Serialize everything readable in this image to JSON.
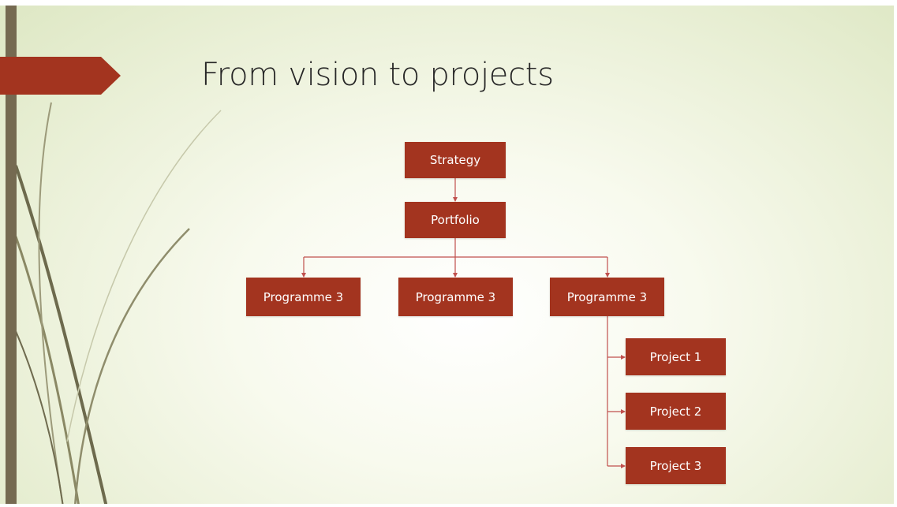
{
  "slide": {
    "title": "From vision to projects"
  },
  "colors": {
    "node_fill": "#a3341f",
    "node_text": "#ffffff",
    "connector": "#c0504d",
    "accent_bar": "#756a51",
    "title_arrow": "#a3341f"
  },
  "diagram": {
    "strategy": "Strategy",
    "portfolio": "Portfolio",
    "programmes": [
      "Programme 3",
      "Programme 3",
      "Programme 3"
    ],
    "projects": [
      "Project 1",
      "Project 2",
      "Project 3"
    ]
  }
}
